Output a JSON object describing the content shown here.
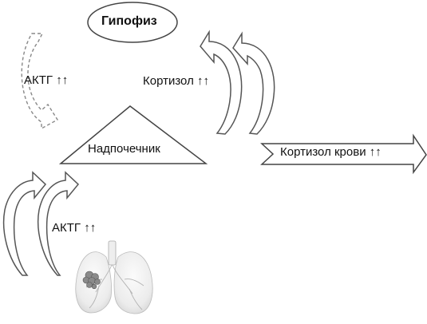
{
  "diagram": {
    "pituitary_label": "Гипофиз",
    "acth_upper_label": "АКТГ ↑↑",
    "cortisol_label": "Кортизол ↑↑",
    "adrenal_label": "Надпочечник",
    "blood_cortisol_label": "Кортизол крови ↑↑",
    "acth_lower_label": "АКТГ ↑↑"
  }
}
